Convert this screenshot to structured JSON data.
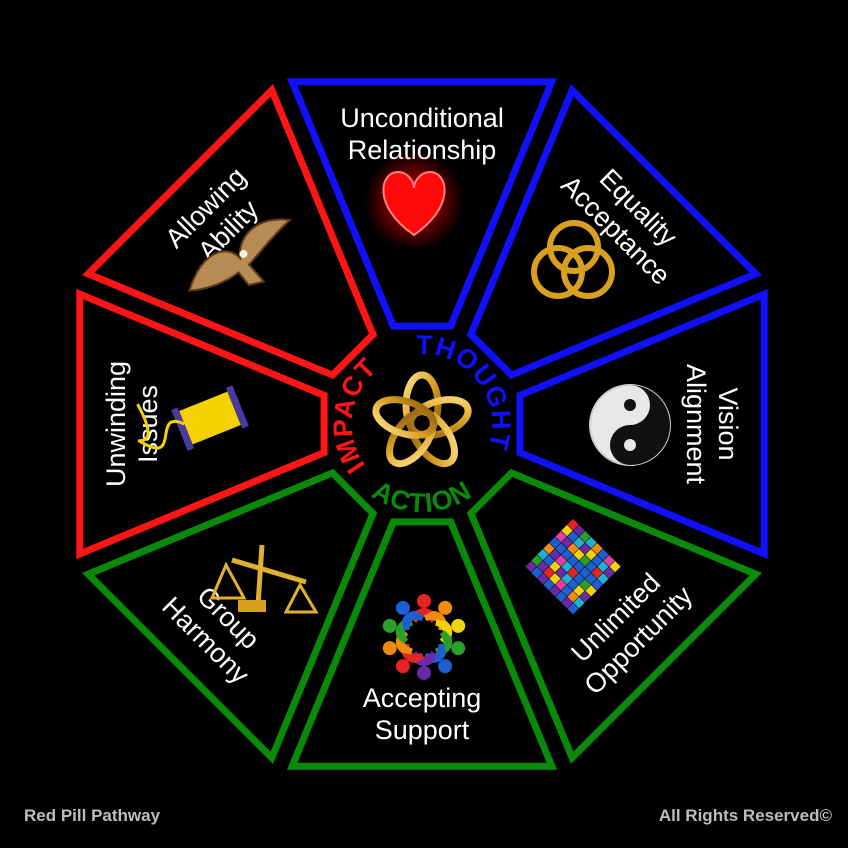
{
  "colors": {
    "background": "#000000",
    "thought": "#1010ff",
    "action": "#0a8a0a",
    "impact": "#ff1515",
    "segment_fill": "#000000",
    "text": "#ffffff"
  },
  "ring_words": {
    "impact": "IMPACT",
    "thought": "THOUGHT",
    "action": "ACTION"
  },
  "segments": [
    {
      "id": "unconditional-relationship",
      "group": "thought",
      "lines": [
        "Unconditional",
        "Relationship"
      ],
      "icon": "heart-icon"
    },
    {
      "id": "equality-acceptance",
      "group": "thought",
      "lines": [
        "Equality",
        "Acceptance"
      ],
      "icon": "triple-rings-icon"
    },
    {
      "id": "vision-alignment",
      "group": "thought",
      "lines": [
        "Vision",
        "Alignment"
      ],
      "icon": "yin-yang-icon"
    },
    {
      "id": "unlimited-opportunity",
      "group": "action",
      "lines": [
        "Unlimited",
        "Opportunity"
      ],
      "icon": "puzzle-icon"
    },
    {
      "id": "accepting-support",
      "group": "action",
      "lines": [
        "Accepting",
        "Support"
      ],
      "icon": "people-circle-icon"
    },
    {
      "id": "group-harmony",
      "group": "action",
      "lines": [
        "Group",
        "Harmony"
      ],
      "icon": "balance-scale-icon"
    },
    {
      "id": "unwinding-issues",
      "group": "impact",
      "lines": [
        "Unwinding",
        "Issues"
      ],
      "icon": "thread-spool-icon"
    },
    {
      "id": "allowing-ability",
      "group": "impact",
      "lines": [
        "Allowing",
        "Ability"
      ],
      "icon": "hawk-icon"
    }
  ],
  "center_icon": "interlaced-star-knot-icon",
  "footer": {
    "left": "Red Pill Pathway",
    "right": "All Rights Reserved©"
  }
}
